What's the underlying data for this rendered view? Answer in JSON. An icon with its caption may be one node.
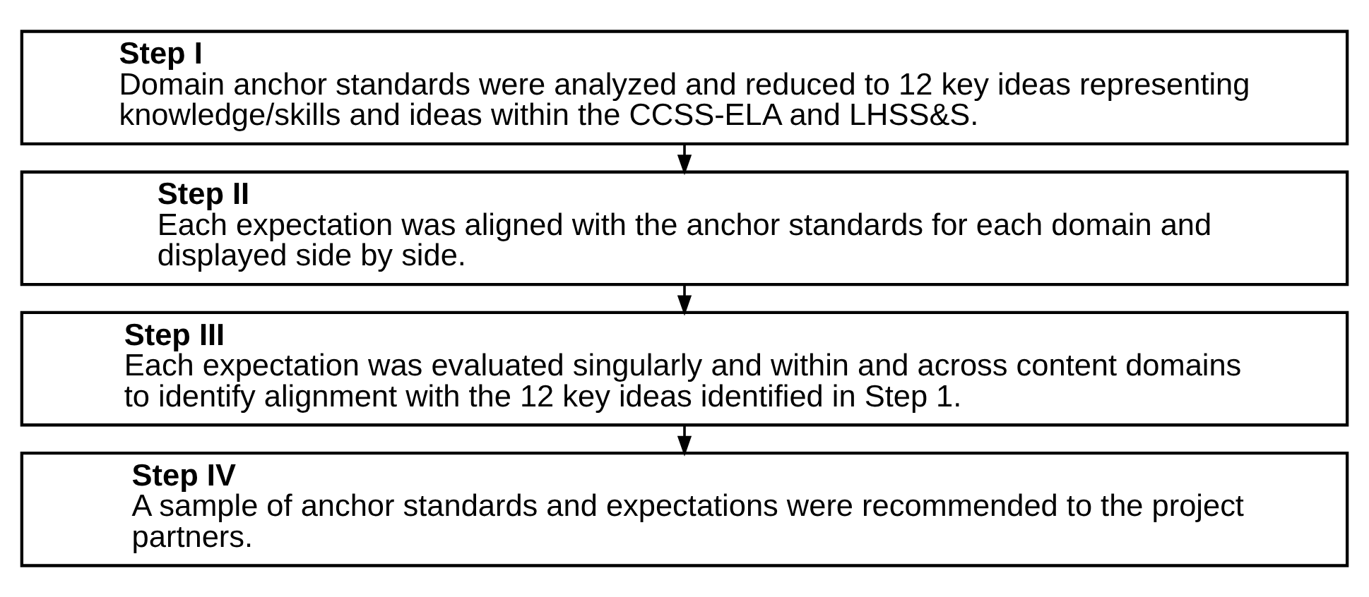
{
  "diagram": {
    "nodes": [
      {
        "text": [
          "Step I",
          "Domain anchor standards were analyzed and reduced to 12 key ideas representing knowledge/skills and ideas within the CCSS-ELA and LHSS&S."
        ]
      },
      {
        "text": [
          "Step II",
          "Each expectation was aligned with the anchor standards for each domain and displayed side by side."
        ]
      },
      {
        "text": [
          "Step III",
          "Each expectation was evaluated singularly and within and across content domains to identify alignment with the 12 key ideas identified in Step 1."
        ]
      },
      {
        "text": [
          "Step IV",
          "A sample of anchor standards and expectations were recommended to the project partners."
        ]
      }
    ],
    "edges": [
      {
        "from": 0,
        "to": 1,
        "arrow": "to"
      },
      {
        "from": 1,
        "to": 2,
        "arrow": "to"
      },
      {
        "from": 2,
        "to": 3,
        "arrow": "to"
      }
    ]
  }
}
